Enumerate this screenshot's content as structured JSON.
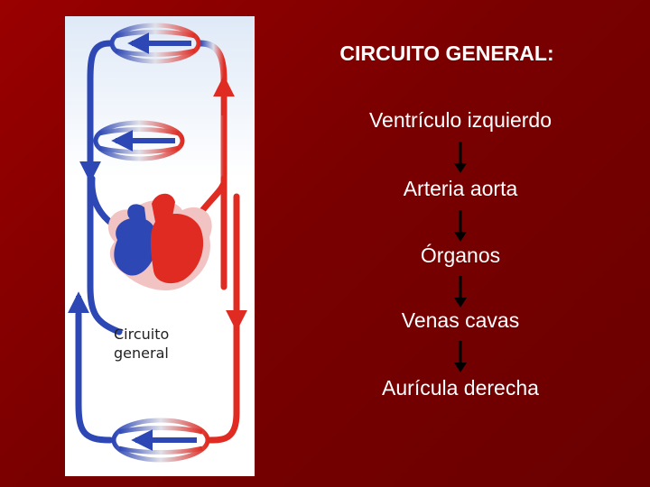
{
  "title": "CIRCUITO GENERAL:",
  "panel": {
    "label": "Circuito\ngeneral",
    "colors": {
      "oxygenated": "#e02b22",
      "deoxygenated": "#2d47b5",
      "background": "#ffffff"
    }
  },
  "flow": [
    {
      "label": "Ventrículo izquierdo"
    },
    {
      "label": "Arteria aorta"
    },
    {
      "label": "Órganos"
    },
    {
      "label": "Venas cavas"
    },
    {
      "label": "Aurícula derecha"
    }
  ],
  "colors": {
    "slide_background": "#7a0000",
    "text": "#ffffff",
    "arrow": "#000000"
  }
}
